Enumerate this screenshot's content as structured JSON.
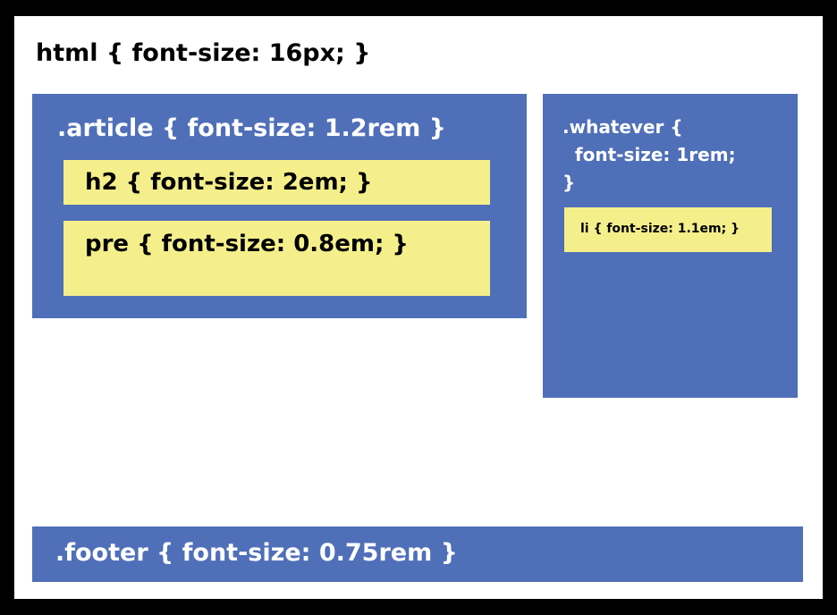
{
  "diagram": {
    "html_rule": "html { font-size: 16px; }",
    "article": {
      "label": ".article { font-size: 1.2rem }",
      "h2": "h2 { font-size: 2em; }",
      "pre": "pre { font-size: 0.8em; }"
    },
    "whatever": {
      "label": ".whatever {\n  font-size: 1rem;\n}",
      "li": "li { font-size: 1.1em; }"
    },
    "footer": {
      "label": ".footer { font-size: 0.75rem }"
    }
  },
  "colors": {
    "border": "#000000",
    "background": "#ffffff",
    "container_blue": "#4f6fb8",
    "element_yellow": "#f5ef8b",
    "text_dark": "#000000",
    "text_light": "#ffffff"
  }
}
